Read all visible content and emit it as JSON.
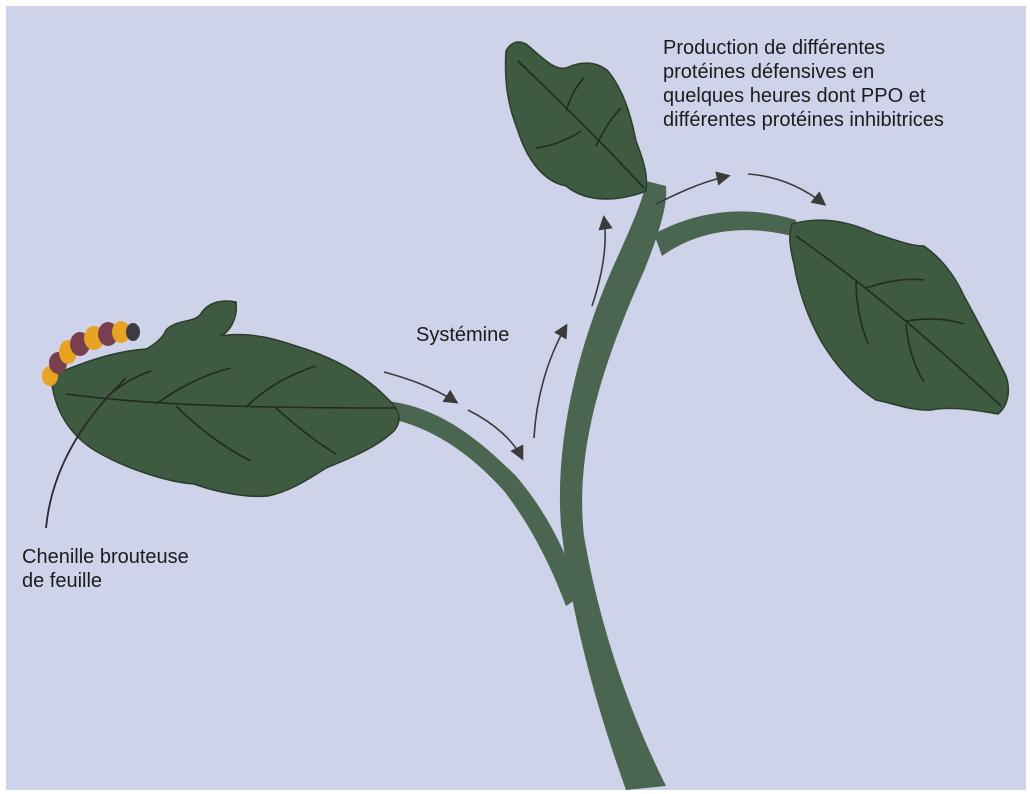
{
  "labels": {
    "production": [
      "Production de différentes",
      "protéines défensives en",
      "quelques heures dont PPO et",
      "différentes protéines inhibitrices"
    ],
    "systemine": "Systémine",
    "chenille": [
      "Chenille brouteuse",
      "de feuille"
    ]
  },
  "colors": {
    "background": "#cfd3ea",
    "leaf": "#3e5a40",
    "stem": "#4a6650",
    "vein": "#1f2c20",
    "arrow": "#3b3b3b",
    "caterpillar_orange": "#e7a321",
    "caterpillar_purple": "#7a3f4e"
  },
  "icons": {
    "plant": "tomato-plant-illustration",
    "caterpillar": "caterpillar-icon",
    "arrows": "signal-flow-arrows"
  }
}
